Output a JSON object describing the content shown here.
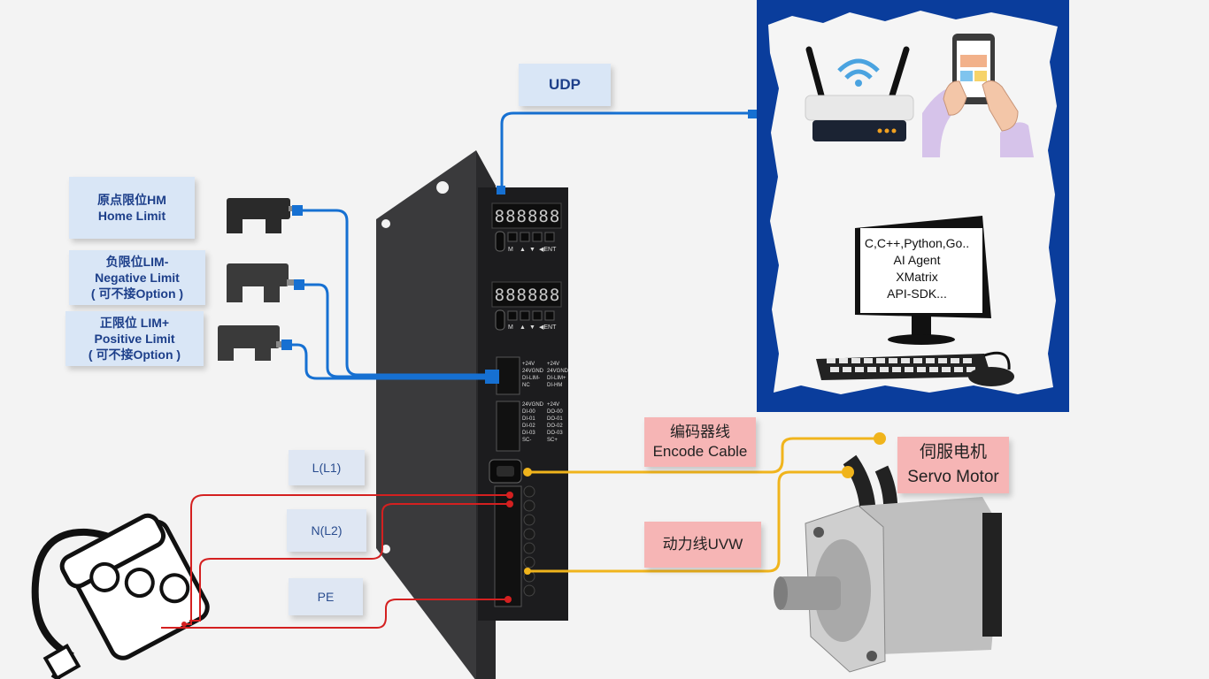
{
  "labels": {
    "udp": "UDP",
    "home_limit": {
      "zh": "原点限位HM",
      "en": "Home Limit"
    },
    "negative_limit": {
      "zh": "负限位LIM-",
      "en": "Negative Limit",
      "note": "( 可不接Option )"
    },
    "positive_limit": {
      "zh": "正限位 LIM+",
      "en": "Positive Limit",
      "note": "( 可不接Option )"
    },
    "l1": "L(L1)",
    "l2": "N(L2)",
    "pe": "PE",
    "encoder_cable": {
      "zh": "编码器线",
      "en": "Encode Cable"
    },
    "power_cable": "动力线UVW",
    "servo_motor": {
      "zh": "伺服电机",
      "en": "Servo Motor"
    }
  },
  "pc_screen": [
    "C,C++,Python,Go..",
    "AI Agent",
    "XMatrix",
    "API-SDK..."
  ],
  "driver": {
    "io_top_left": [
      "+24V",
      "24VGND",
      "DI-LIM-",
      "NC"
    ],
    "io_top_right": [
      "+24V",
      "24VGND",
      "DI-LIM+",
      "DI-HM"
    ],
    "io_mid_left": [
      "24VGND",
      "DI-00",
      "DI-01",
      "DI-02",
      "DI-03",
      "SC-"
    ],
    "io_mid_right": [
      "+24V",
      "DO-00",
      "DO-01",
      "DO-02",
      "DO-03",
      "SC+"
    ],
    "keys": [
      "M",
      "▲",
      "▼",
      "◀ENT"
    ]
  },
  "colors": {
    "signal_wire": "#1670d2",
    "power_wire": "#d42020",
    "motor_wire": "#f0b41c",
    "network_frame": "#0a3d9c"
  }
}
